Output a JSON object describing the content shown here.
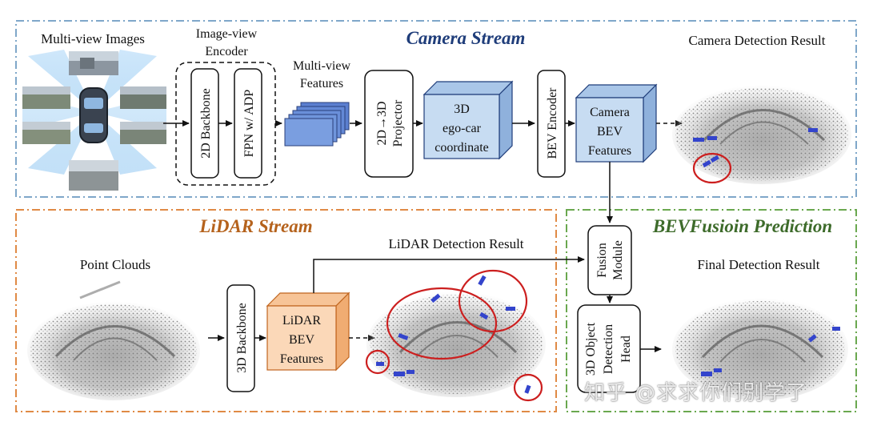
{
  "streams": {
    "camera": "Camera Stream",
    "lidar": "LiDAR Stream",
    "fusion": "BEVFusioin Prediction"
  },
  "camera": {
    "multiview_images": "Multi-view Images",
    "encoder_title": [
      "Image-view",
      "Encoder"
    ],
    "backbone_2d": "2D Backbone",
    "fpn": "FPN w/ ADP",
    "mv_features": [
      "Multi-view",
      "Features"
    ],
    "projector": [
      "2D→3D",
      "Projector"
    ],
    "ego_coord": [
      "3D",
      "ego-car",
      "coordinate"
    ],
    "bev_encoder": "BEV Encoder",
    "camera_bev": [
      "Camera",
      "BEV",
      "Features"
    ],
    "detection_result": "Camera Detection Result"
  },
  "lidar": {
    "point_clouds": "Point Clouds",
    "backbone_3d": "3D Backbone",
    "lidar_bev": [
      "LiDAR",
      "BEV",
      "Features"
    ],
    "detection_result": "LiDAR Detection Result"
  },
  "fusion": {
    "module": [
      "Fusion",
      "Module"
    ],
    "head": [
      "3D Object",
      "Detection",
      "Head"
    ],
    "final_result": "Final Detection Result"
  },
  "watermark": "知乎 @求求你们别学了",
  "colors": {
    "camera_border": "#7fa7c9",
    "lidar_border": "#e08a45",
    "fusion_border": "#6aa84f",
    "camera_title": "#1f3d7a",
    "lidar_title": "#b5621c",
    "fusion_title": "#3d6b2a",
    "camera_box": "#c7dcf2",
    "lidar_box": "#fbd8b8",
    "highlight": "#cc1f1f",
    "detection_box": "#3344cc"
  }
}
